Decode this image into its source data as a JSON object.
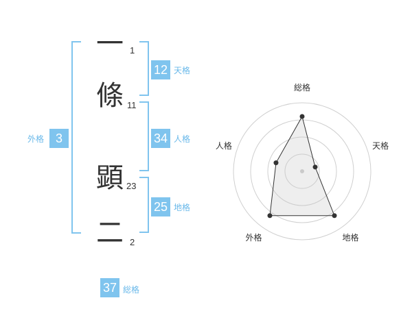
{
  "name": {
    "chars": [
      {
        "char": "一",
        "strokes": "1"
      },
      {
        "char": "條",
        "strokes": "11"
      },
      {
        "char": "顕",
        "strokes": "23"
      },
      {
        "char": "二",
        "strokes": "2"
      }
    ]
  },
  "fortune": {
    "tenkaku": {
      "value": "12",
      "label": "天格"
    },
    "jinkaku": {
      "value": "34",
      "label": "人格"
    },
    "chikaku": {
      "value": "25",
      "label": "地格"
    },
    "gaikaku": {
      "value": "3",
      "label": "外格"
    },
    "soukaku": {
      "value": "37",
      "label": "総格"
    }
  },
  "colors": {
    "accent": "#7fc4ee",
    "label": "#6ab9ea",
    "text": "#333333"
  },
  "chart_data": {
    "type": "radar",
    "categories": [
      "総格",
      "天格",
      "地格",
      "外格",
      "人格"
    ],
    "values": [
      4,
      1,
      4,
      4,
      2
    ],
    "rlim": [
      0,
      5
    ],
    "rings": 4,
    "grid": true
  }
}
